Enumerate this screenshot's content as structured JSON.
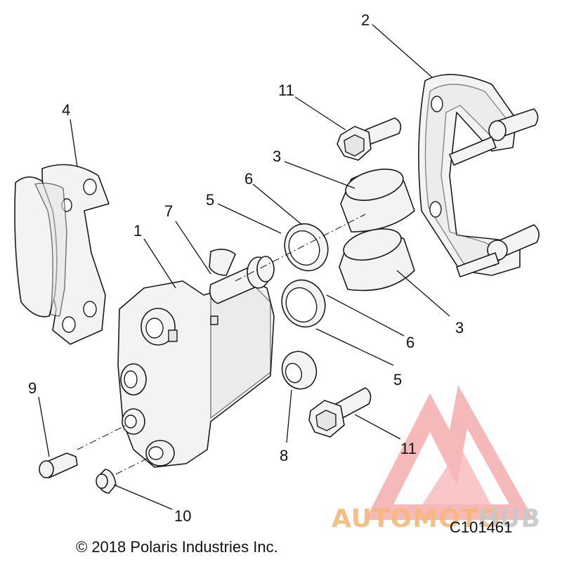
{
  "callouts": [
    "1",
    "2",
    "3",
    "3",
    "4",
    "5",
    "5",
    "6",
    "6",
    "7",
    "8",
    "9",
    "10",
    "11",
    "11"
  ],
  "diagram_code": "C101461",
  "copyright": "© 2018 Polaris Industries Inc.",
  "watermark": {
    "brand_left": "AUTOMOTO",
    "brand_right": "HUB",
    "color_mark": "#f08080",
    "color_left": "#f5b97a",
    "color_right": "#c8c8c8"
  }
}
